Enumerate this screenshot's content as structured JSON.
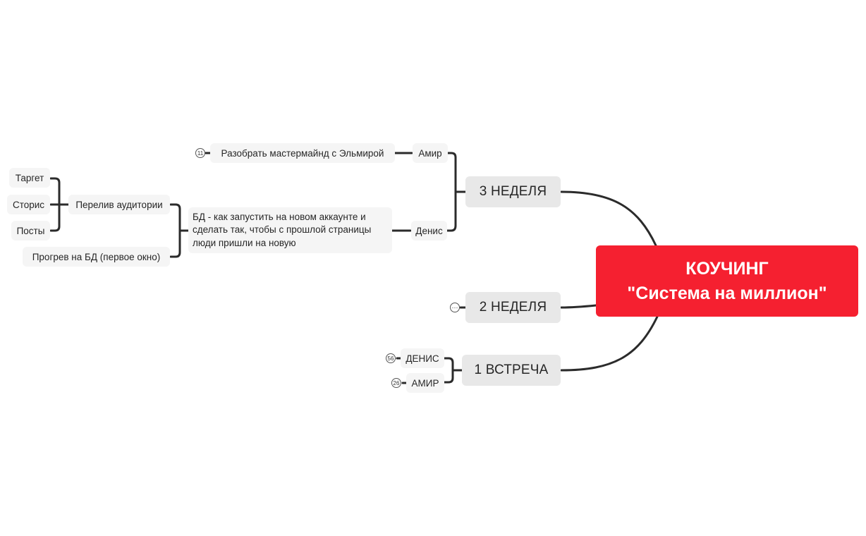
{
  "root": {
    "line1": "КОУЧИНГ",
    "line2": "\"Система на миллион\"",
    "color": "#f52030"
  },
  "branches": {
    "week3": {
      "label": "3 НЕДЕЛЯ",
      "children": {
        "amir": {
          "label": "Амир",
          "task": "Разобрать мастермайнд с Эльмирой",
          "task_badge": "11"
        },
        "denis": {
          "label": "Денис",
          "task": "БД - как запустить на новом аккаунте и сделать так, чтобы с прошлой страницы люди пришли на новую",
          "subtasks": {
            "pereliv": {
              "label": "Перелив аудитории",
              "items": [
                "Таргет",
                "Сторис",
                "Посты"
              ]
            },
            "progrev": {
              "label": "Прогрев на БД (первое окно)"
            }
          }
        }
      }
    },
    "week2": {
      "label": "2 НЕДЕЛЯ",
      "collapsed_badge": "···"
    },
    "meeting1": {
      "label": "1 ВСТРЕЧА",
      "children": {
        "denis": {
          "label": "ДЕНИС",
          "badge": "56"
        },
        "amir": {
          "label": "АМИР",
          "badge": "26"
        }
      }
    }
  },
  "colors": {
    "line": "#2b2b2b",
    "main_topic_bg": "#e8e8e8",
    "subtopic_bg": "#f5f5f5"
  }
}
